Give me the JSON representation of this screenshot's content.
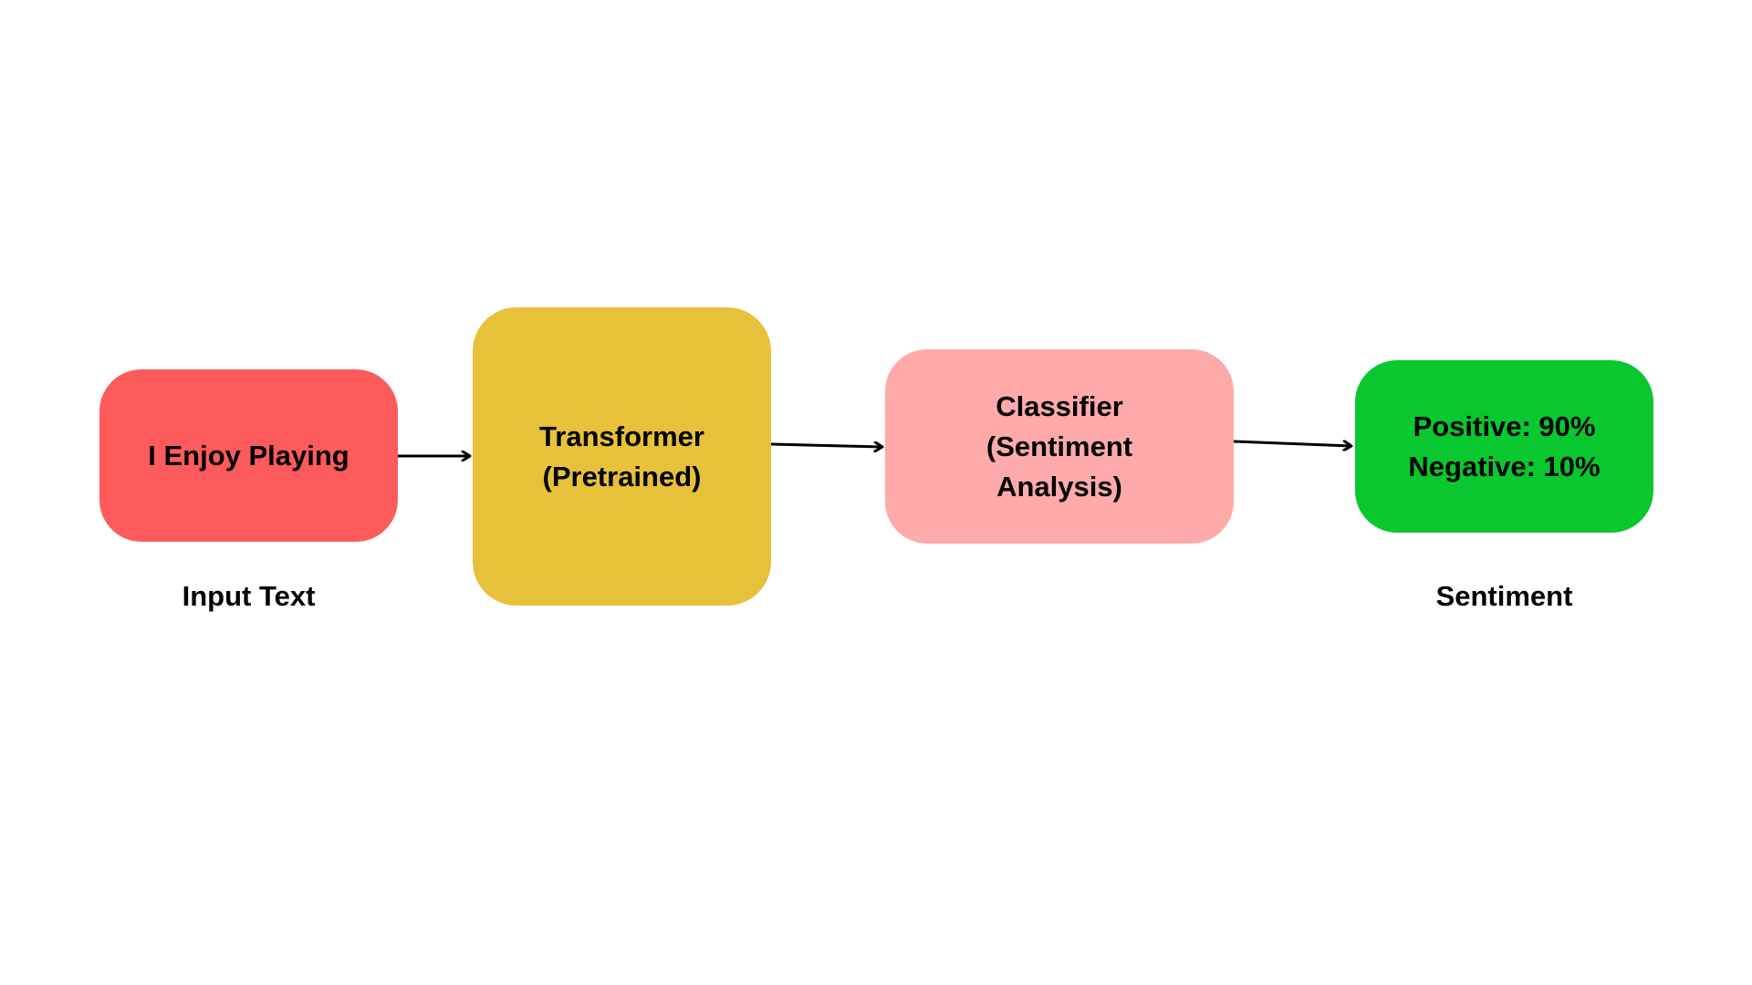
{
  "nodes": {
    "input": {
      "lines": [
        "I Enjoy Playing"
      ],
      "color": "#fd5b5b"
    },
    "transformer": {
      "lines": [
        "Transformer",
        "(Pretrained)"
      ],
      "color": "#e8c13a"
    },
    "classifier": {
      "lines": [
        "Classifier",
        "(Sentiment",
        "Analysis)"
      ],
      "color": "#ffaaaa"
    },
    "sentiment": {
      "lines": [
        "Positive: 90%",
        "Negative: 10%"
      ],
      "color": "#09c72f"
    }
  },
  "captions": {
    "input": "Input Text",
    "sentiment": "Sentiment"
  },
  "edge_color": "#000000"
}
